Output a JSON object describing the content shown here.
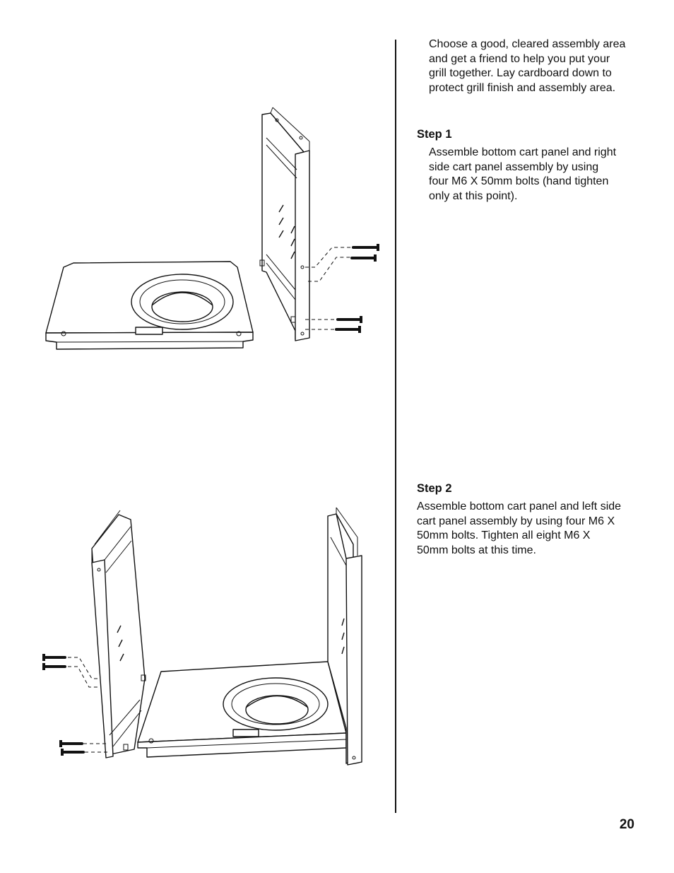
{
  "intro": "Choose a good, cleared assembly area and get a friend to help you put your grill together. Lay cardboard down to protect grill finish and assembly area.",
  "step1": {
    "heading": "Step 1",
    "body": "Assemble bottom cart panel and right side cart panel assembly by using four M6 X 50mm bolts (hand tighten only at this point)."
  },
  "step2": {
    "heading": "Step 2",
    "body": "Assemble bottom cart panel and left side cart panel assembly by using four M6 X 50mm bolts. Tighten all eight M6 X 50mm bolts at this time."
  },
  "page_number": "20"
}
